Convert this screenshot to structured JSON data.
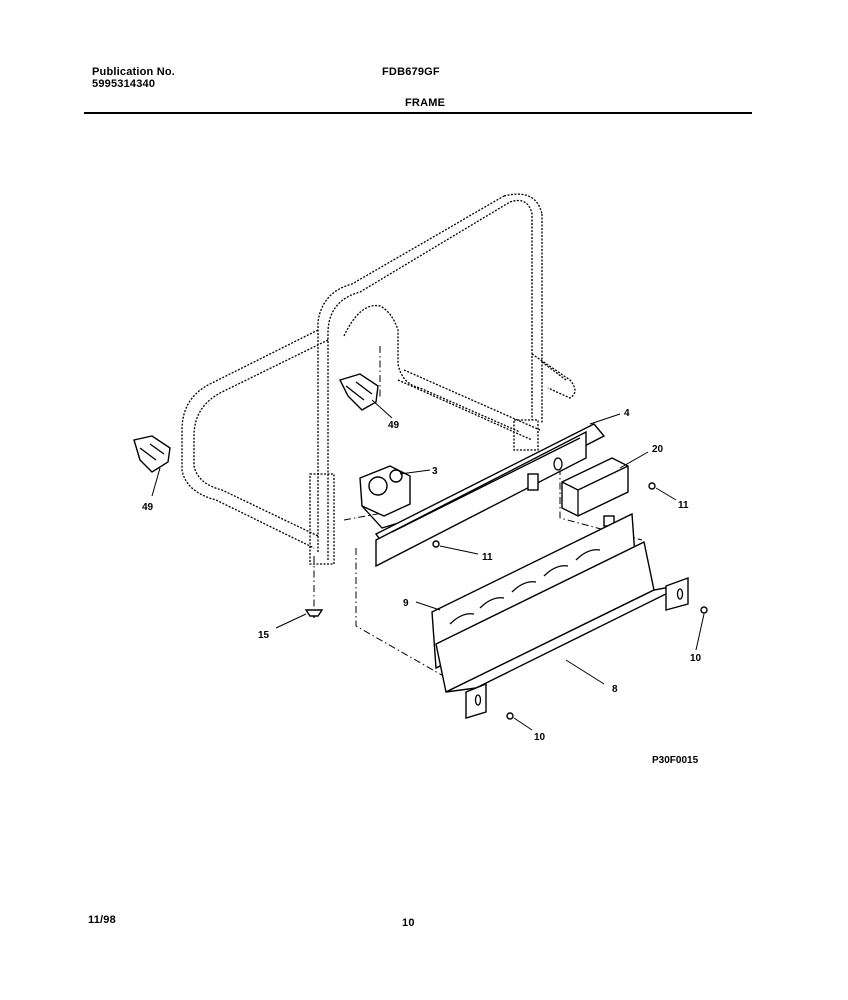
{
  "header": {
    "publication_label": "Publication No.",
    "publication_number": "5995314340",
    "model": "FDB679GF",
    "section": "FRAME"
  },
  "diagram": {
    "reference_code": "P30F0015",
    "callouts": {
      "c3": "3",
      "c4": "4",
      "c20": "20",
      "c11a": "11",
      "c11b": "11",
      "c49a": "49",
      "c49b": "49",
      "c15": "15",
      "c9": "9",
      "c8": "8",
      "c10a": "10",
      "c10b": "10"
    }
  },
  "footer": {
    "date": "11/98",
    "page": "10"
  }
}
